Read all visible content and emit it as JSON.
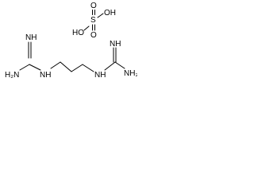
{
  "sulfuric_acid": {
    "oxygen_top": "O",
    "hydroxyl_right": "OH",
    "sulfur": "S",
    "hydroxyl_left": "HO",
    "oxygen_bottom": "O"
  },
  "left_guanidine": {
    "imine": "NH",
    "amine": "H₂N",
    "linker_nh": "NH"
  },
  "right_guanidine": {
    "linker_nh": "NH",
    "imine": "NH",
    "amine": "NH₂"
  },
  "colors": {
    "ink": "#000000",
    "background": "#ffffff"
  }
}
